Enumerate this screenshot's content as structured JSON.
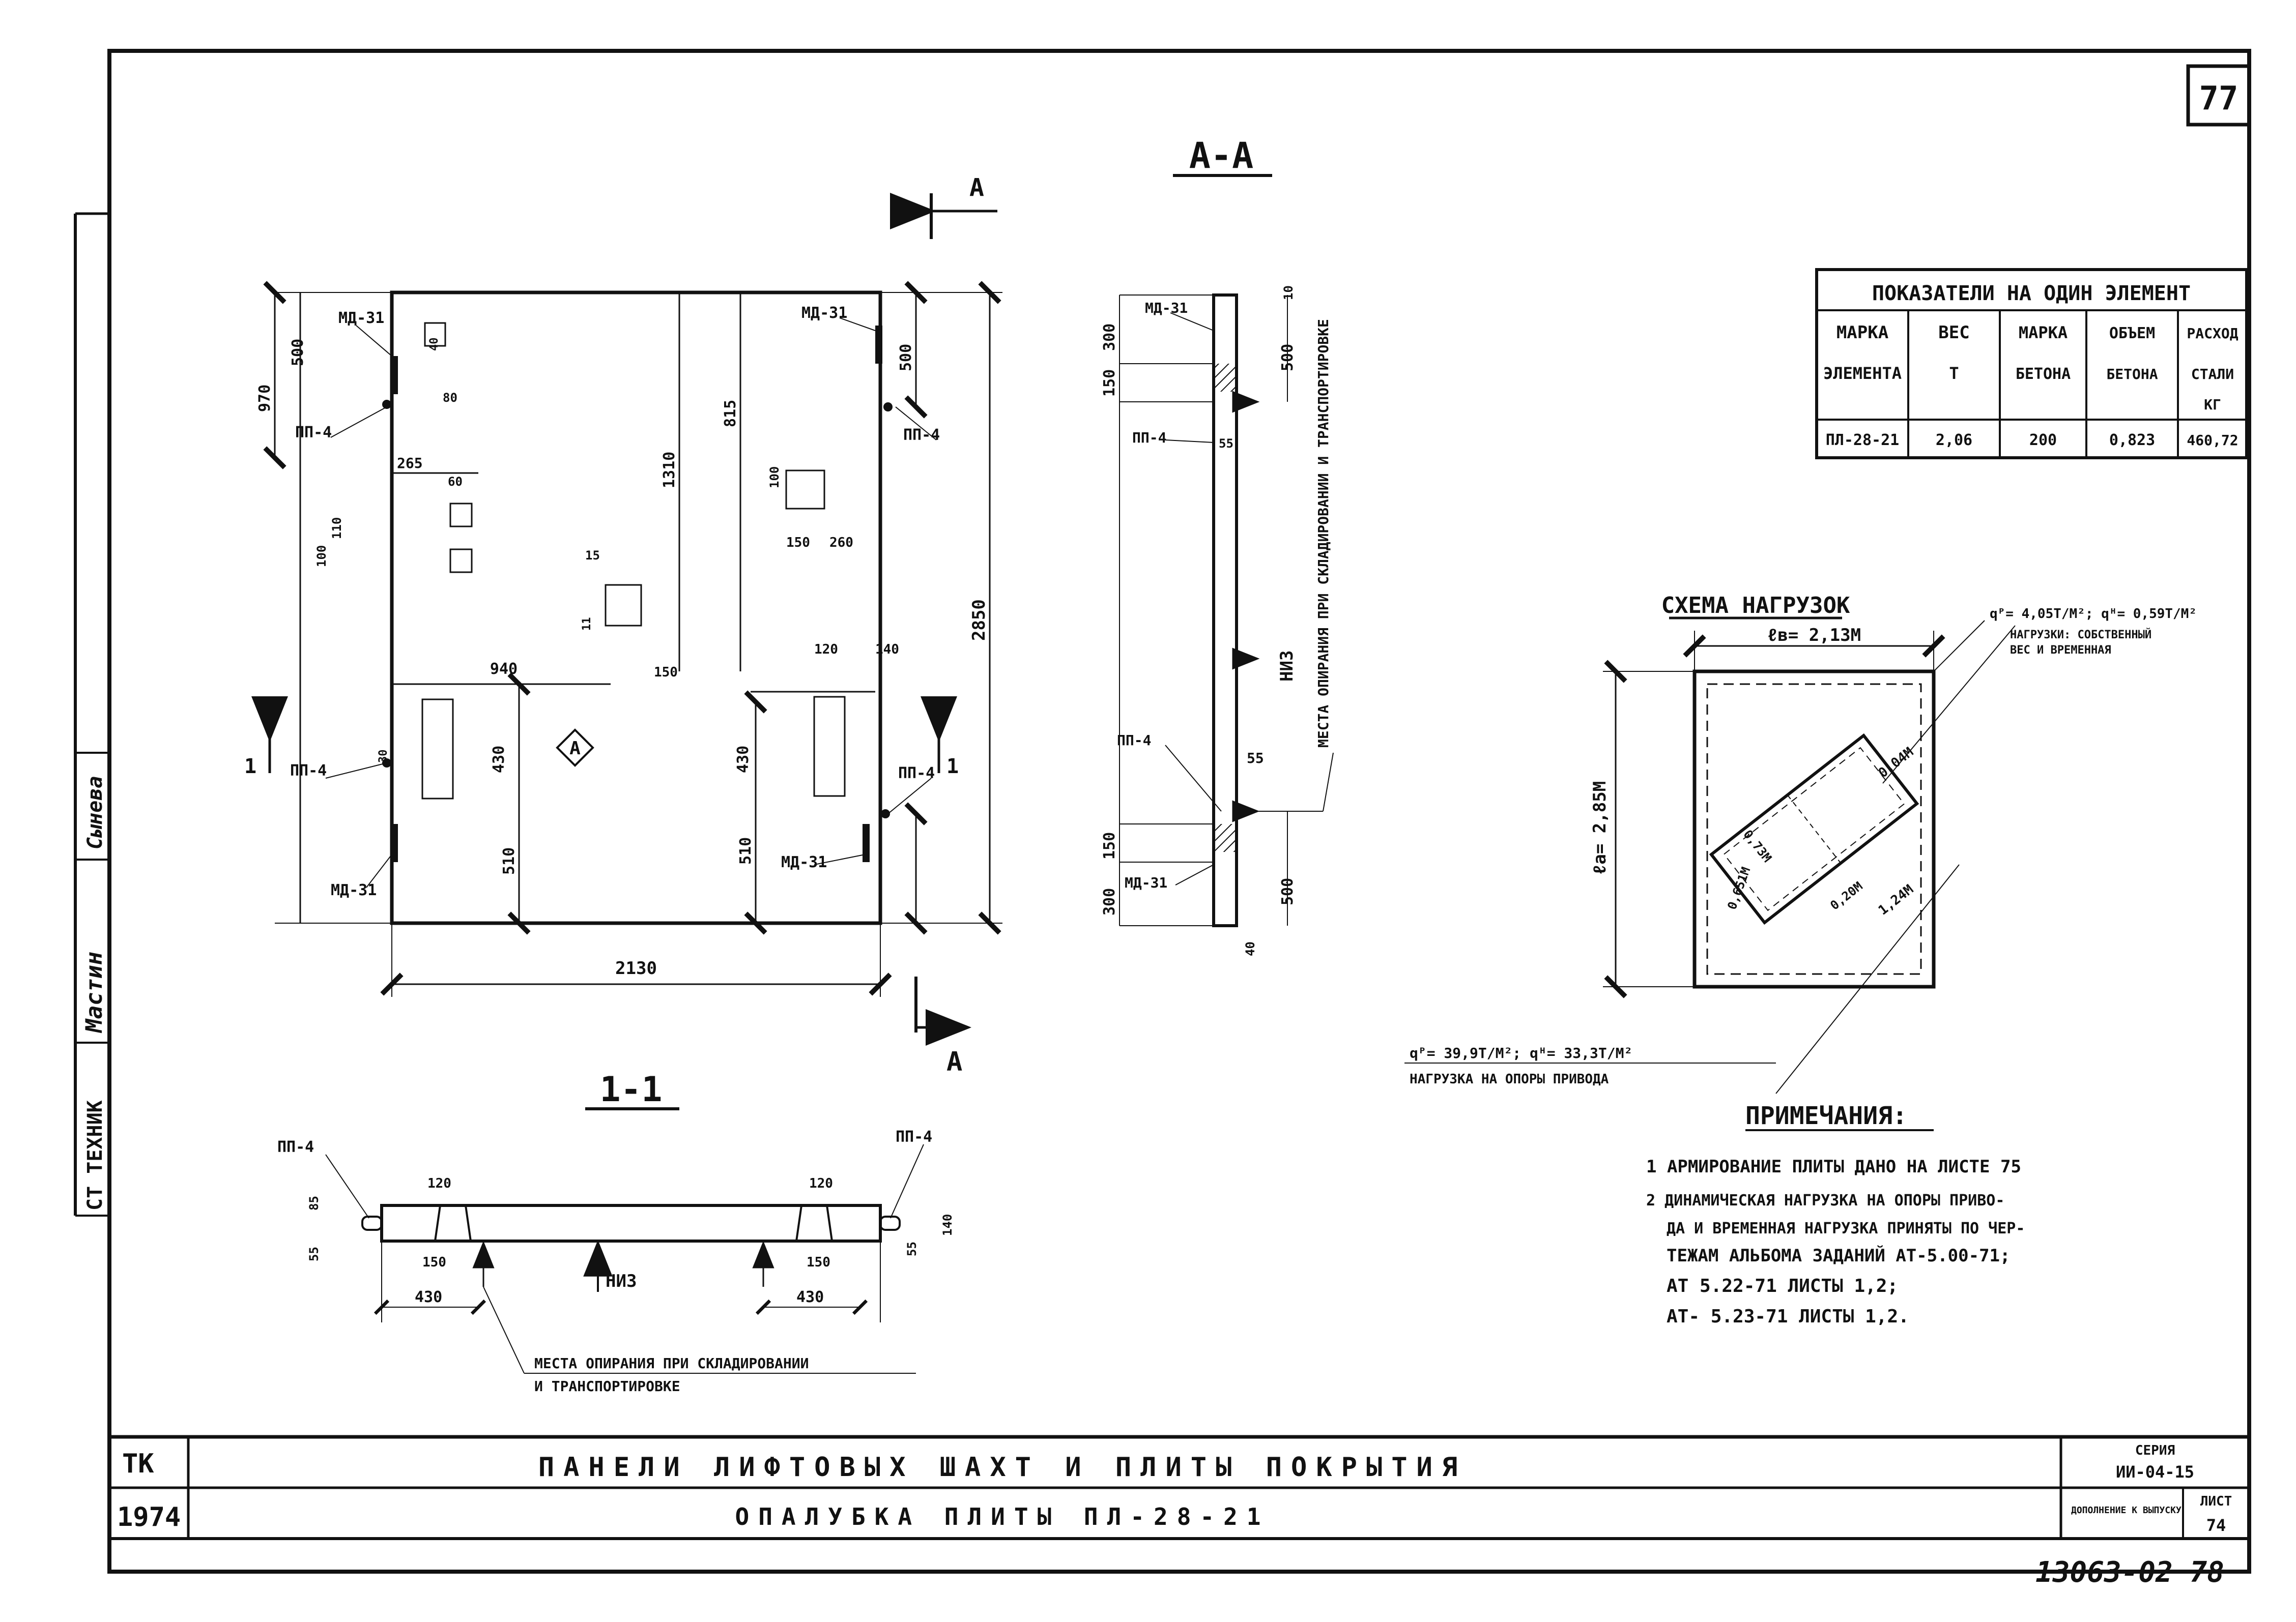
{
  "sheet_number": "77",
  "stamp_bottom": "13063-02 78",
  "side_stamp": {
    "role": "СТ ТЕХНИК",
    "signature_1": "Мастин",
    "signature_2": "Сынева"
  },
  "title_block": {
    "org": "ТК",
    "year": "1974",
    "title": "ПАНЕЛИ ЛИФТОВЫХ ШАХТ И ПЛИТЫ ПОКРЫТИЯ",
    "subtitle": "ОПАЛУБКА ПЛИТЫ ПЛ-28-21",
    "series_label": "СЕРИЯ",
    "series_value": "ИИ-04-15",
    "supplement_label": "ДОПОЛНЕНИЕ К ВЫПУСКУ",
    "sheet_label": "ЛИСТ",
    "sheet_value": "74"
  },
  "views": {
    "plan_section_mark": "А",
    "section_aa_title": "А-А",
    "section_11_title": "1-1",
    "section_aa_mark": "А",
    "section_11_mark": "1",
    "region_mark": "А"
  },
  "labels": {
    "md31": "МД-31",
    "pp4": "ПП-4",
    "niz": "НИЗ",
    "support_vertical": "МЕСТА ОПИРАНИЯ ПРИ СКЛАДИРОВАНИИ И ТРАНСПОРТИРОВКЕ",
    "support_11_line1": "МЕСТА ОПИРАНИЯ ПРИ СКЛАДИРОВАНИИ",
    "support_11_line2": "И ТРАНСПОРТИРОВКЕ"
  },
  "plan_dims": {
    "d2130": "2130",
    "d2850": "2850",
    "d970": "970",
    "d500": "500",
    "d1310": "1310",
    "d815": "815",
    "d940": "940",
    "d430": "430",
    "d510": "510",
    "d265": "265",
    "d150": "150",
    "d100": "100",
    "d60": "60",
    "d80": "80",
    "d15": "15",
    "d260": "260",
    "d120": "120",
    "d140": "140",
    "d40": "40",
    "d110": "110",
    "d11": "11",
    "d30": "30"
  },
  "aa_dims": {
    "d300": "300",
    "d150": "150",
    "d500": "500",
    "d55": "55",
    "d10": "10",
    "d40": "40"
  },
  "s11_dims": {
    "d120": "120",
    "d150": "150",
    "d430": "430",
    "d85": "85",
    "d55": "55",
    "d140": "140"
  },
  "indicators": {
    "title": "ПОКАЗАТЕЛИ НА ОДИН ЭЛЕМЕНТ",
    "headers": [
      [
        "МАРКА",
        "ЭЛЕМЕНТА"
      ],
      [
        "ВЕС",
        "Т"
      ],
      [
        "МАРКА",
        "БЕТОНА"
      ],
      [
        "ОБЪЕМ",
        "БЕТОНА"
      ],
      [
        "РАСХОД",
        "СТАЛИ",
        "КГ"
      ]
    ],
    "row": [
      "ПЛ-28-21",
      "2,06",
      "200",
      "0,823",
      "460,72"
    ]
  },
  "load_scheme": {
    "title": "СХЕМА НАГРУЗОК",
    "width_label": "ℓв= 2,13М",
    "height_label": "ℓа= 2,85М",
    "dim_a": "0,04М",
    "dim_b": "1,24М",
    "dim_c": "0,73М",
    "dim_d": "0,20М",
    "dim_e": "0,651М",
    "load_top_values": "qᴾ= 4,05Т/М²; qᴴ= 0,59Т/М²",
    "load_top_desc_1": "НАГРУЗКИ: СОБСТВЕННЫЙ",
    "load_top_desc_2": "ВЕС И ВРЕМЕННАЯ",
    "load_bottom_values": "qᴾ= 39,9Т/М²; qᴴ= 33,3Т/М²",
    "load_bottom_desc": "НАГРУЗКА НА ОПОРЫ ПРИВОДА"
  },
  "notes": {
    "title": "ПРИМЕЧАНИЯ:",
    "n1": "1 АРМИРОВАНИЕ ПЛИТЫ ДАНО НА ЛИСТЕ 75",
    "n2_1": "2 ДИНАМИЧЕСКАЯ НАГРУЗКА НА ОПОРЫ ПРИВО-",
    "n2_2": "ДА И ВРЕМЕННАЯ НАГРУЗКА ПРИНЯТЫ ПО ЧЕР-",
    "n2_3": "ТЕЖАМ АЛЬБОМА ЗАДАНИЙ АТ-5.00-71;",
    "n2_4": "АТ 5.22-71 ЛИСТЫ 1,2;",
    "n2_5": "АТ- 5.23-71 ЛИСТЫ 1,2."
  }
}
